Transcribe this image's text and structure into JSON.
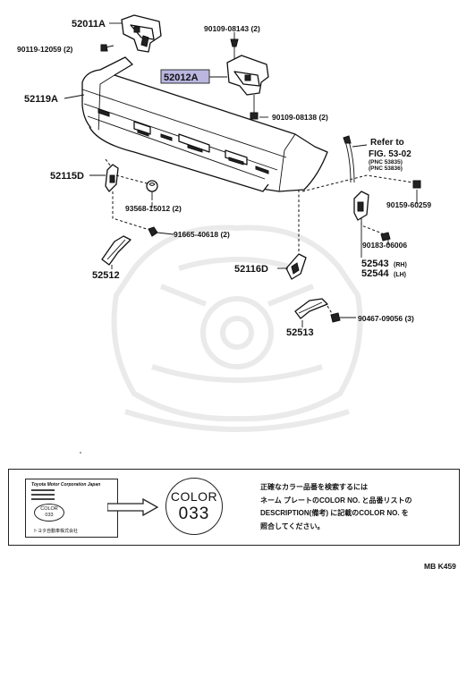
{
  "labels": {
    "p52011A": "52011A",
    "p90119": "90119-12059 (2)",
    "p90109_143": "90109-08143 (2)",
    "p52012A": "52012A",
    "p52119A": "52119A",
    "p90109_138": "90109-08138 (2)",
    "refer_1": "Refer to",
    "refer_2": "FIG. 53-02",
    "refer_3": "(PNC 53835)",
    "refer_4": "(PNC 53836)",
    "p52115D": "52115D",
    "p93568": "93568-15012 (2)",
    "p90159": "90159-60259",
    "p91665": "91665-40618 (2)",
    "p90183": "90183-06006",
    "p52543": "52543",
    "rh": "(RH)",
    "p52544": "52544",
    "lh": "(LH)",
    "p52512": "52512",
    "p52116D": "52116D",
    "p90467": "90467-09056 (3)",
    "p52513": "52513"
  },
  "notice": {
    "plate_maker": "Toyota Motor Corporation Japan",
    "plate_color": "COLOR",
    "plate_code": "033",
    "plate_bottom": "トヨタ自動車株式会社",
    "color_word": "COLOR",
    "color_code": "033",
    "line1": "正確なカラー品番を検索するには",
    "line2": "ネーム プレートのCOLOR NO. と品番リストの",
    "line3": "DESCRIPTION(備考) に記載のCOLOR NO. を",
    "line4": "照合してください。"
  },
  "ref_code": "MB K459"
}
